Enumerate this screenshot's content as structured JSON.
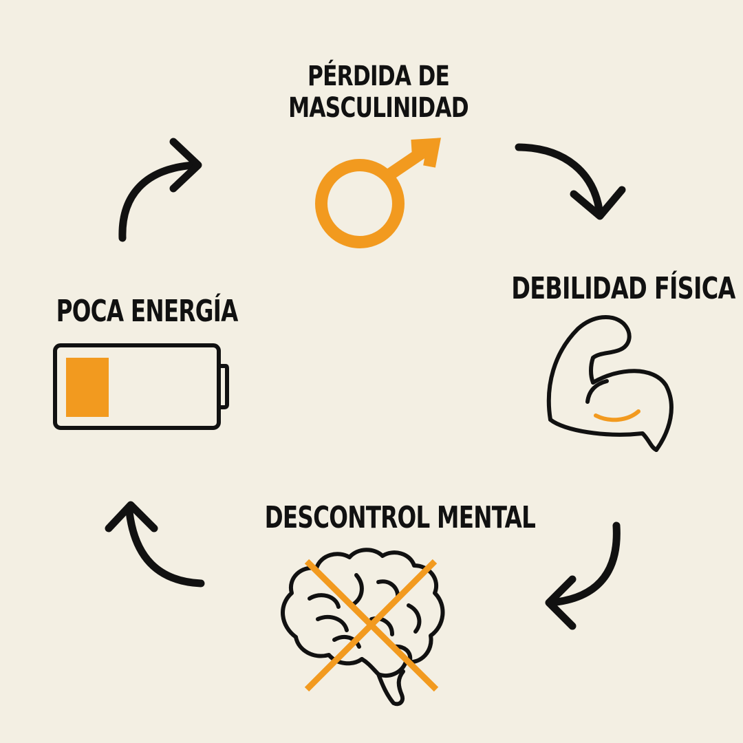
{
  "colors": {
    "background": "#f3efe3",
    "ink": "#111111",
    "accent": "#f29a1f"
  },
  "nodes": [
    {
      "id": "top",
      "lines": [
        "PÉRDIDA DE",
        "MASCULINIDAD"
      ],
      "icon": "male-symbol-icon"
    },
    {
      "id": "right",
      "lines": [
        "DEBILIDAD FÍSICA"
      ],
      "icon": "flexed-arm-icon"
    },
    {
      "id": "bottom",
      "lines": [
        "DESCONTROL MENTAL"
      ],
      "icon": "crossed-brain-icon"
    },
    {
      "id": "left",
      "lines": [
        "POCA ENERGÍA"
      ],
      "icon": "low-battery-icon"
    }
  ],
  "battery": {
    "charge_level": 0.3
  },
  "arrows": [
    "cycle-arrow-icon",
    "cycle-arrow-icon",
    "cycle-arrow-icon",
    "cycle-arrow-icon"
  ]
}
